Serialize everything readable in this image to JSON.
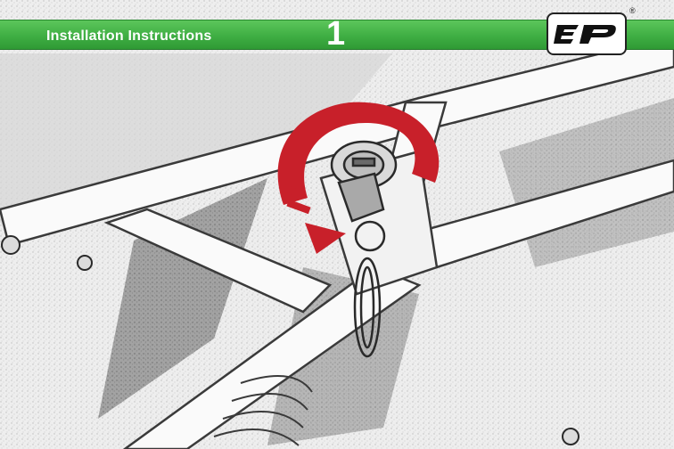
{
  "header": {
    "title": "Installation Instructions",
    "step": "1",
    "logo_text": "EP",
    "registered_mark": "®"
  },
  "illustration": {
    "subject": "motorcycle-frame-ignition-key",
    "arrow_color": "#c8202a",
    "banner_color": "#3fae43"
  }
}
